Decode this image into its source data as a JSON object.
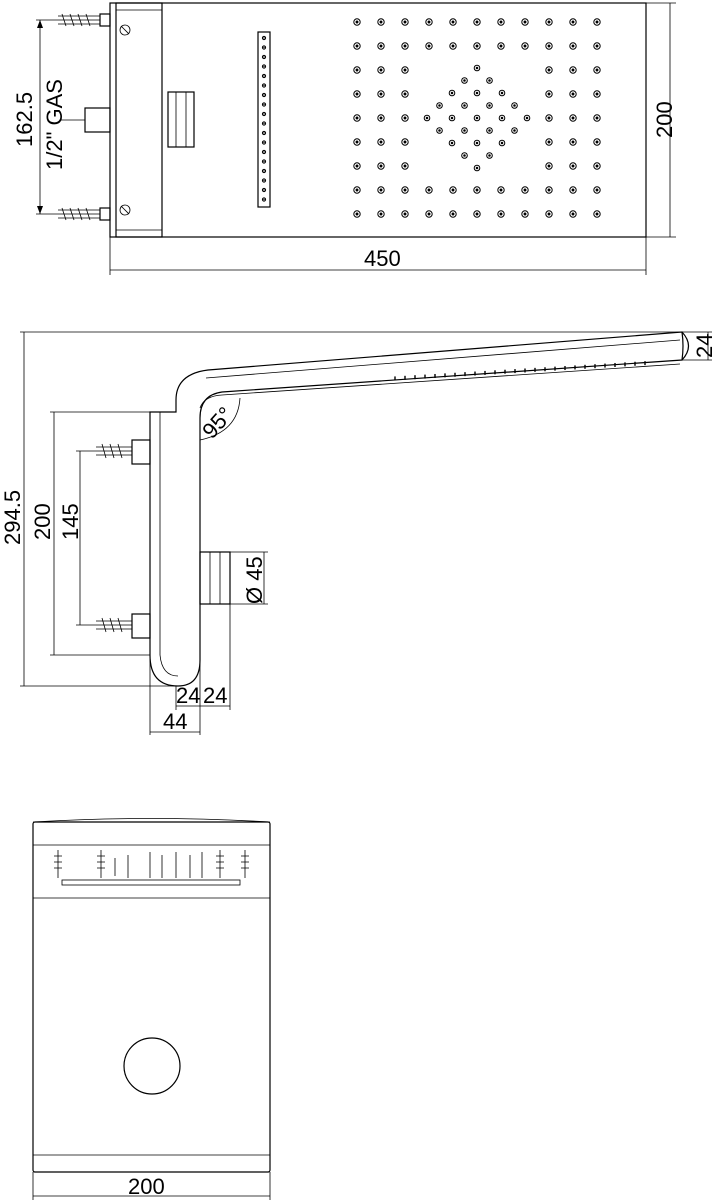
{
  "top_view": {
    "width_dim": "450",
    "height_dim": "200",
    "wall_dim": "162.5",
    "thread_label": "1/2\" GAS"
  },
  "side_view": {
    "overall_height_dim": "294.5",
    "anchor_outer_dim": "200",
    "anchor_inner_dim": "145",
    "angle_label": "95°",
    "pipe_dia_label": "Ø 45",
    "tip_thickness_dim": "24",
    "arm_thickness_dim": "24",
    "flange_dim": "24",
    "depth_dim": "44"
  },
  "front_view": {
    "width_dim": "200"
  },
  "colors": {
    "line": "#000000",
    "background": "#ffffff"
  }
}
